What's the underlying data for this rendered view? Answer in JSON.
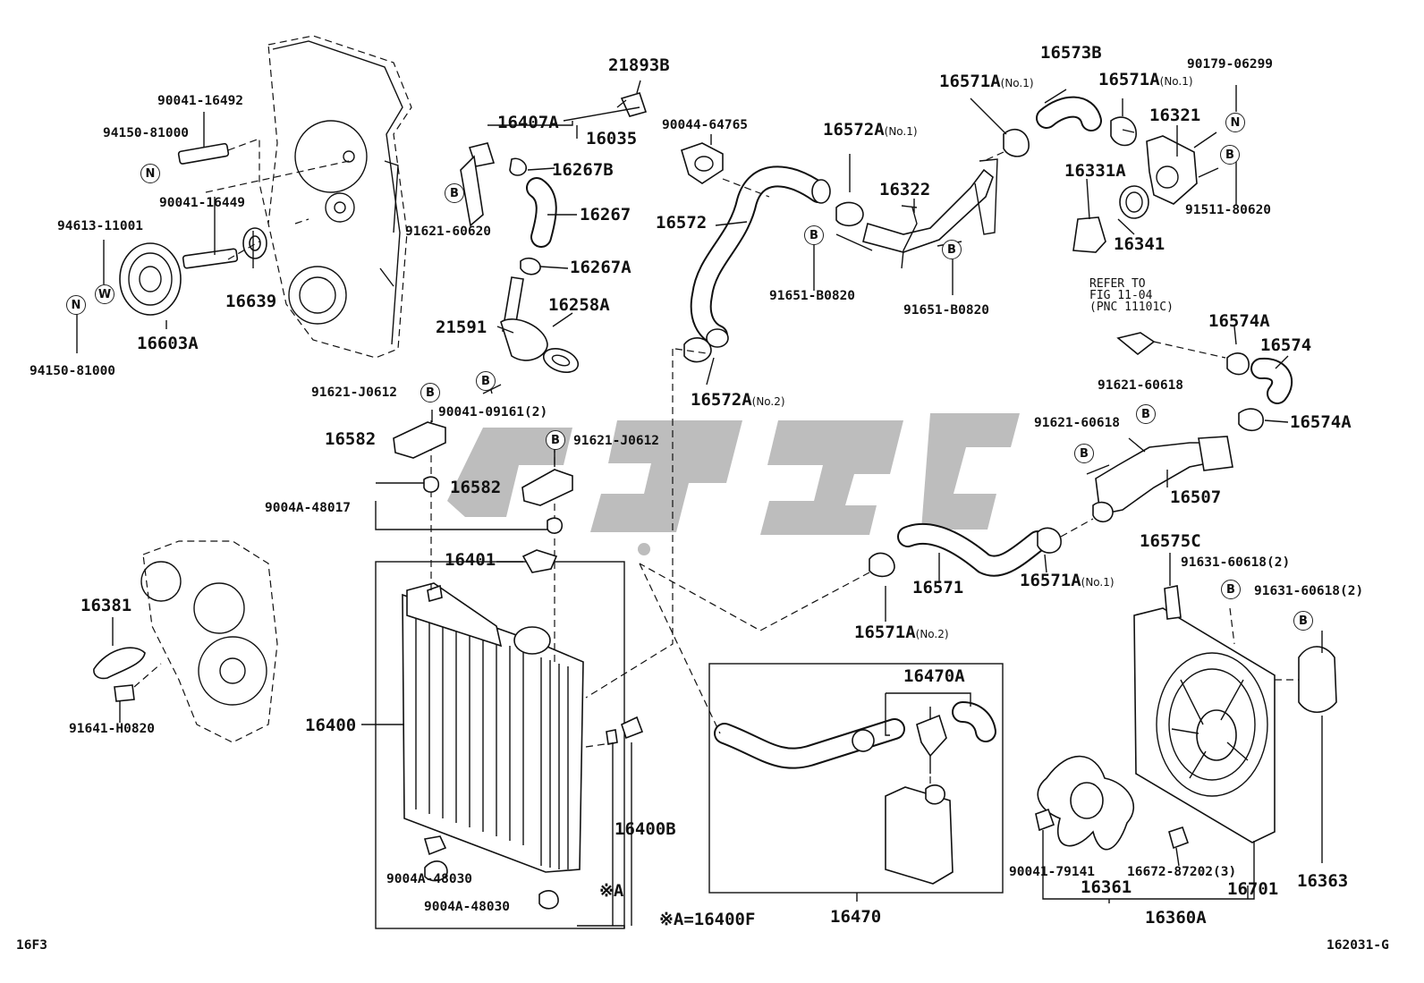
{
  "diagram": {
    "page_code": "16F3",
    "figure_code": "162031-G",
    "note": "※A=16400F",
    "watermark_text": "ﻚﻮﭙﯾ",
    "parts": {
      "p90041_16492": "90041-16492",
      "p94150_81000_top": "94150-81000",
      "p90041_16449": "90041-16449",
      "p94613_11001": "94613-11001",
      "p16639": "16639",
      "p16603A": "16603A",
      "p94150_81000_bot": "94150-81000",
      "p21893B": "21893B",
      "p16407A": "16407A",
      "p16035": "16035",
      "p16267B": "16267B",
      "p91621_60620": "91621-60620",
      "p16267": "16267",
      "p16267A": "16267A",
      "p16258A": "16258A",
      "p21591": "21591",
      "p90041_09161": "90041-09161(2)",
      "p91621_J0612_a": "91621-J0612",
      "p16582_a": "16582",
      "p91621_J0612_b": "91621-J0612",
      "p16582_b": "16582",
      "p9004A_48017": "9004A-48017",
      "p16401": "16401",
      "p16381": "16381",
      "p91641_H0820": "91641-H0820",
      "p16400": "16400",
      "p9004A_48030_a": "9004A-48030",
      "p9004A_48030_b": "9004A-48030",
      "p16400B": "16400B",
      "pA_mark": "※A",
      "p90044_64765": "90044-64765",
      "p16572": "16572",
      "p16572A_no2": "16572A",
      "p16572A_no1": "16572A",
      "p16322": "16322",
      "p91651_B0820_a": "91651-B0820",
      "p91651_B0820_b": "91651-B0820",
      "p16571A_no1_top": "16571A",
      "p16573B": "16573B",
      "p16571A_no1_top2": "16571A",
      "p90179_06299": "90179-06299",
      "p16321": "16321",
      "p16331A": "16331A",
      "p16341": "16341",
      "p91511_80620": "91511-80620",
      "p16574A_top": "16574A",
      "p16574": "16574",
      "p16574A_bot": "16574A",
      "p91621_60618_a": "91621-60618",
      "p91621_60618_b": "91621-60618",
      "p16507": "16507",
      "p16571": "16571",
      "p16571A_no2": "16571A",
      "p16571A_no1_bot": "16571A",
      "p16470A": "16470A",
      "p16470": "16470",
      "p16575C": "16575C",
      "p91631_60618_a": "91631-60618(2)",
      "p91631_60618_b": "91631-60618(2)",
      "p90041_79141": "90041-79141",
      "p16672_87202": "16672-87202(3)",
      "p16361": "16361",
      "p16701": "16701",
      "p16363": "16363",
      "p16360A": "16360A"
    },
    "qualifiers": {
      "no1": "(No.1)",
      "no2": "(No.2)"
    },
    "refer": "REFER TO\nFIG 11-04\n(PNC 11101C)",
    "markers": {
      "N": "N",
      "W": "W",
      "B": "B"
    }
  }
}
